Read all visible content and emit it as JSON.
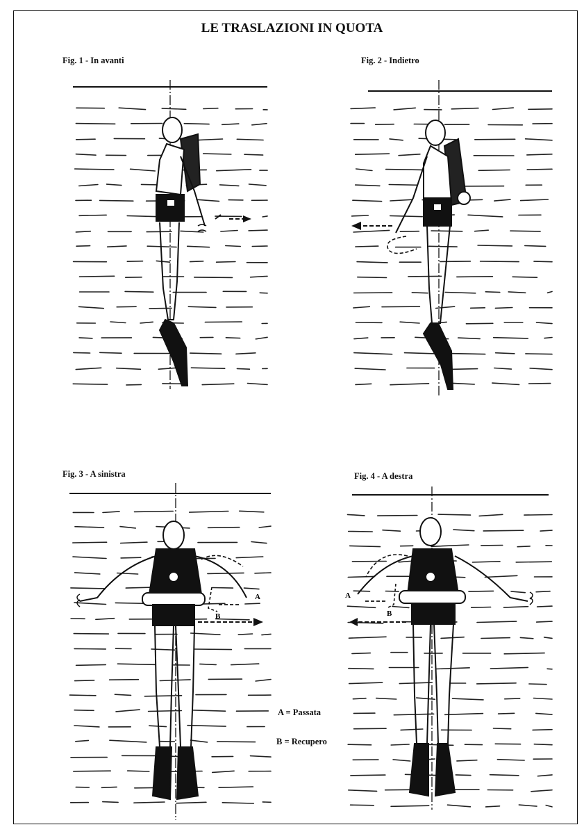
{
  "page": {
    "title": "LE TRASLAZIONI IN QUOTA"
  },
  "figures": [
    {
      "id": "fig1",
      "caption": "Fig. 1 - In avanti"
    },
    {
      "id": "fig2",
      "caption": "Fig. 2 - Indietro"
    },
    {
      "id": "fig3",
      "caption": "Fig. 3 - A sinistra"
    },
    {
      "id": "fig4",
      "caption": "Fig. 4 - A destra"
    }
  ],
  "marks": {
    "a": "A",
    "b": "B"
  },
  "legend": {
    "a": "A = Passata",
    "b": "B = Recupero"
  }
}
